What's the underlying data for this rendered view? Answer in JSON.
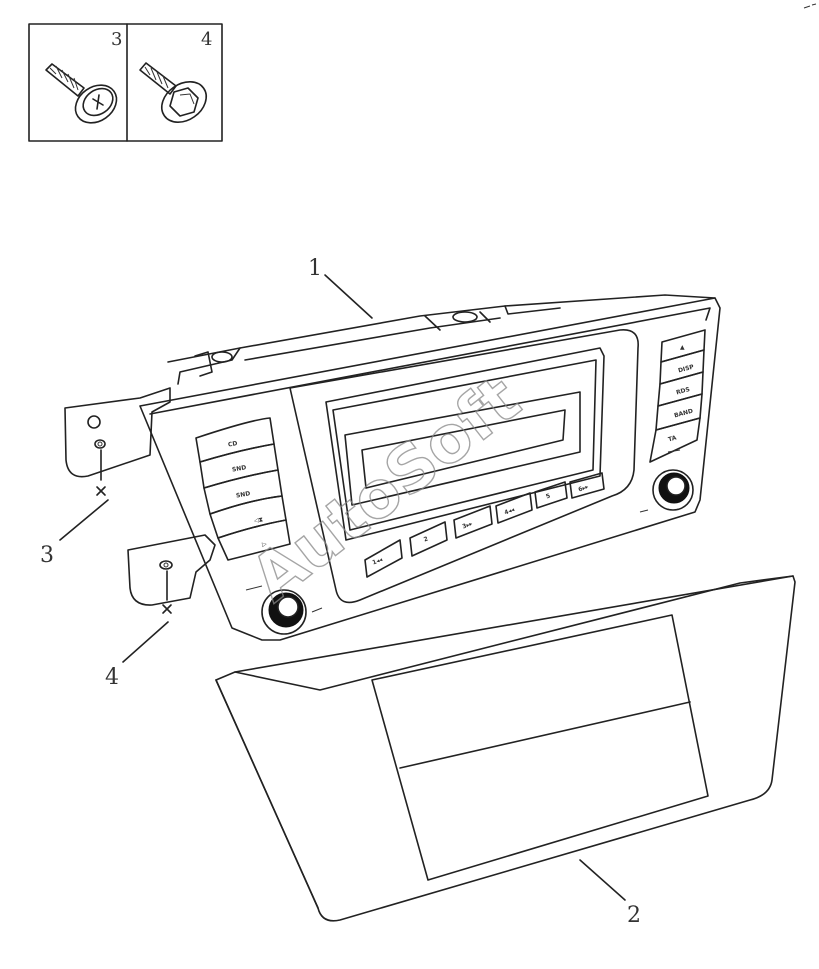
{
  "inset": {
    "screw_label_3": "3",
    "screw_label_4": "4"
  },
  "callouts": {
    "radio_unit": "1",
    "trim_panel": "2",
    "screw_3": "3",
    "screw_4": "4"
  },
  "radio_buttons": {
    "side_left": [
      "CD",
      "SND",
      "SND",
      "◁⧗",
      "▷"
    ],
    "preset_row": [
      "1◂◂",
      "2",
      "3▸▸",
      "4◂◂",
      "5",
      "6▸▸"
    ],
    "side_right": [
      "▲",
      "DISP",
      "RDS",
      "BAND",
      "TA"
    ]
  },
  "watermark": "AutoSoft",
  "colors": {
    "line": "#222222",
    "callout": "#333333",
    "watermark": "#888888"
  }
}
